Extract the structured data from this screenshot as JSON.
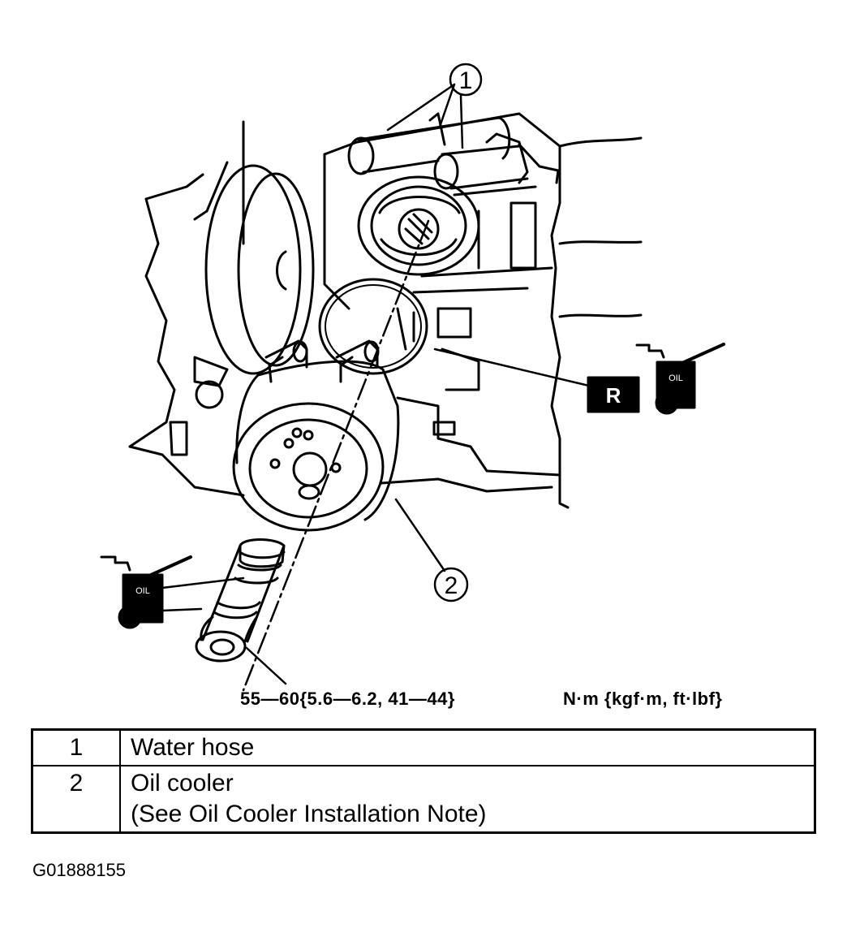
{
  "callouts": [
    "1",
    "2"
  ],
  "badge_r": "R",
  "oil_label": "OIL",
  "torque_spec": "55—60{5.6—6.2, 41—44}",
  "torque_units": "N·m {kgf·m, ft·lbf}",
  "legend": [
    {
      "num": "1",
      "lines": [
        "Water hose"
      ]
    },
    {
      "num": "2",
      "lines": [
        "Oil cooler",
        "(See Oil Cooler Installation Note)"
      ]
    }
  ],
  "figure_id": "G01888155"
}
